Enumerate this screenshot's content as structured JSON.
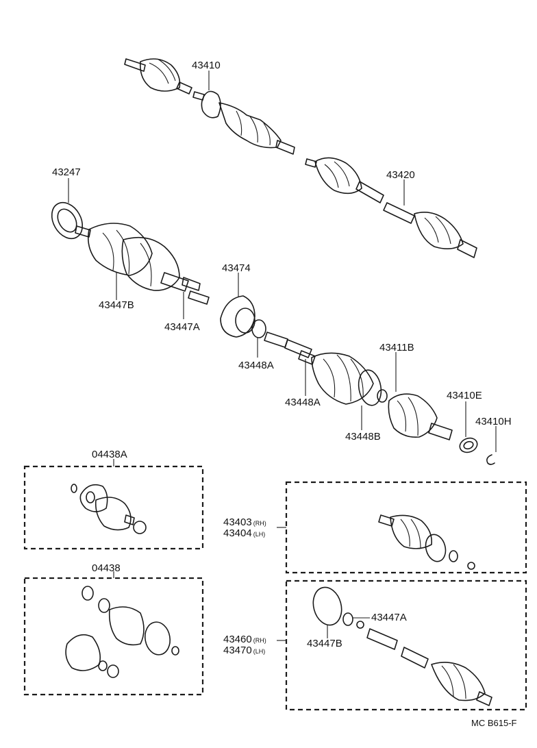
{
  "parts": {
    "p43410": "43410",
    "p43420": "43420",
    "p43247": "43247",
    "p43447B": "43447B",
    "p43447A": "43447A",
    "p43474": "43474",
    "p43448A_1": "43448A",
    "p43448A_2": "43448A",
    "p43411B": "43411B",
    "p43448B": "43448B",
    "p43410E": "43410E",
    "p43410H": "43410H",
    "p04438A": "04438A",
    "p04438": "04438",
    "p43403": "43403",
    "p43403_side": "(RH)",
    "p43404": "43404",
    "p43404_side": "(LH)",
    "p43447A_2": "43447A",
    "p43447B_2": "43447B",
    "p43460": "43460",
    "p43460_side": "(RH)",
    "p43470": "43470",
    "p43470_side": "(LH)"
  },
  "footer": {
    "reference": "MC  B615-F"
  }
}
